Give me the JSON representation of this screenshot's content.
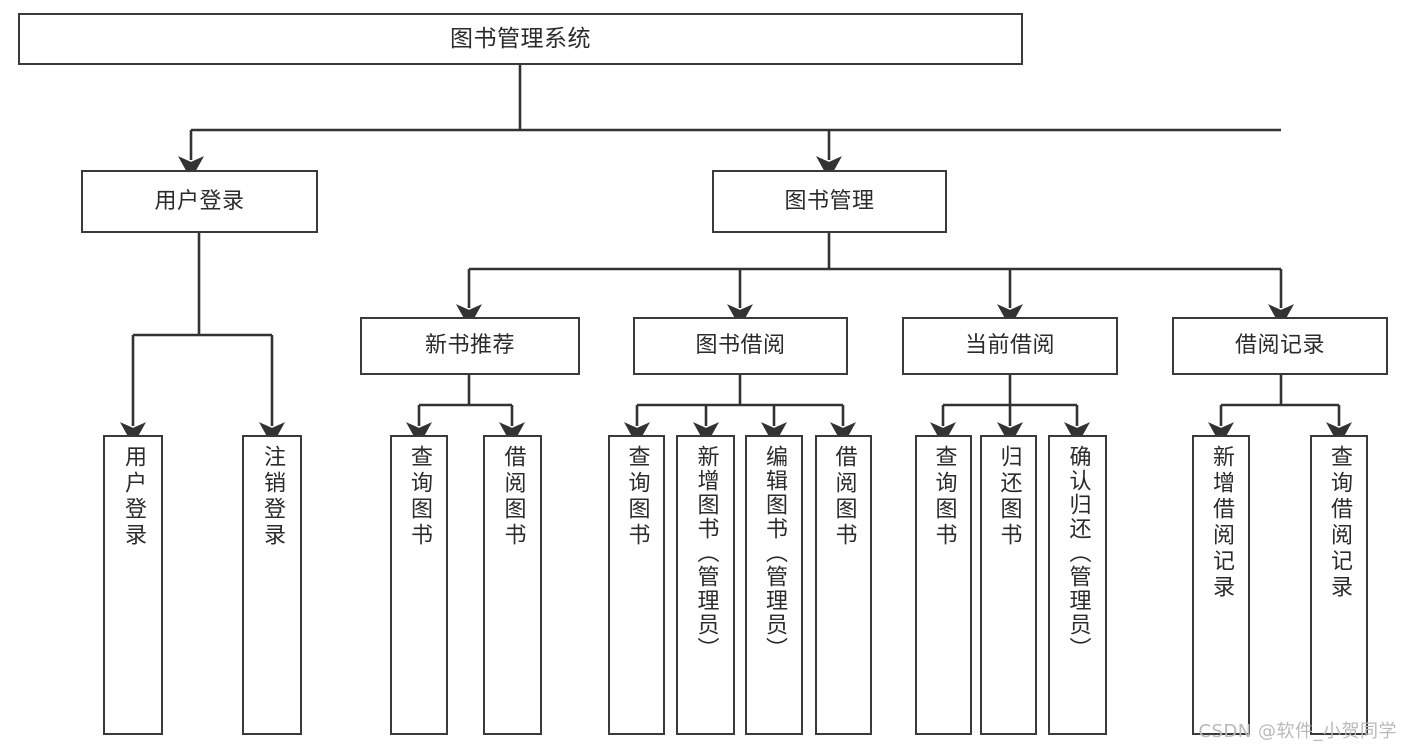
{
  "diagram": {
    "type": "tree-hierarchy-flowchart",
    "title": "图书管理系统",
    "watermark": "CSDN @软件_小贺同学",
    "colors": {
      "box_border": "#3a3a3a",
      "box_fill": "#ffffff",
      "connector": "#333333",
      "text": "#2b2b2b",
      "watermark": "#b9b9b9",
      "background": "#ffffff"
    },
    "nodes": {
      "root": {
        "label": "图书管理系统"
      },
      "level2": [
        {
          "id": "user-login",
          "label": "用户登录"
        },
        {
          "id": "book-management",
          "label": "图书管理"
        }
      ],
      "level3": [
        {
          "id": "new-book-recommend",
          "label": "新书推荐"
        },
        {
          "id": "book-borrow",
          "label": "图书借阅"
        },
        {
          "id": "current-borrow",
          "label": "当前借阅"
        },
        {
          "id": "borrow-record",
          "label": "借阅记录"
        }
      ],
      "leaves": {
        "user-login": [
          {
            "id": "leaf-user-login",
            "label": "用户登录"
          },
          {
            "id": "leaf-user-logout",
            "label": "注销登录"
          }
        ],
        "new-book-recommend": [
          {
            "id": "leaf-query-book-1",
            "label": "查询图书"
          },
          {
            "id": "leaf-borrow-book-1",
            "label": "借阅图书"
          }
        ],
        "book-borrow": [
          {
            "id": "leaf-query-book-2",
            "label": "查询图书"
          },
          {
            "id": "leaf-add-book",
            "label": "新增图书（管理员）"
          },
          {
            "id": "leaf-edit-book",
            "label": "编辑图书（管理员）"
          },
          {
            "id": "leaf-borrow-book-2",
            "label": "借阅图书"
          }
        ],
        "current-borrow": [
          {
            "id": "leaf-query-book-3",
            "label": "查询图书"
          },
          {
            "id": "leaf-return-book",
            "label": "归还图书"
          },
          {
            "id": "leaf-confirm-return",
            "label": "确认归还（管理员）"
          }
        ],
        "borrow-record": [
          {
            "id": "leaf-add-record",
            "label": "新增借阅记录"
          },
          {
            "id": "leaf-query-record",
            "label": "查询借阅记录"
          }
        ]
      }
    },
    "edges": [
      {
        "from": "root",
        "to": "user-login"
      },
      {
        "from": "root",
        "to": "book-management"
      },
      {
        "from": "book-management",
        "to": "new-book-recommend"
      },
      {
        "from": "book-management",
        "to": "book-borrow"
      },
      {
        "from": "book-management",
        "to": "current-borrow"
      },
      {
        "from": "book-management",
        "to": "borrow-record"
      },
      {
        "from": "user-login",
        "to": "leaf-user-login"
      },
      {
        "from": "user-login",
        "to": "leaf-user-logout"
      },
      {
        "from": "new-book-recommend",
        "to": "leaf-query-book-1"
      },
      {
        "from": "new-book-recommend",
        "to": "leaf-borrow-book-1"
      },
      {
        "from": "book-borrow",
        "to": "leaf-query-book-2"
      },
      {
        "from": "book-borrow",
        "to": "leaf-add-book"
      },
      {
        "from": "book-borrow",
        "to": "leaf-edit-book"
      },
      {
        "from": "book-borrow",
        "to": "leaf-borrow-book-2"
      },
      {
        "from": "current-borrow",
        "to": "leaf-query-book-3"
      },
      {
        "from": "current-borrow",
        "to": "leaf-return-book"
      },
      {
        "from": "current-borrow",
        "to": "leaf-confirm-return"
      },
      {
        "from": "borrow-record",
        "to": "leaf-add-record"
      },
      {
        "from": "borrow-record",
        "to": "leaf-query-record"
      }
    ]
  }
}
